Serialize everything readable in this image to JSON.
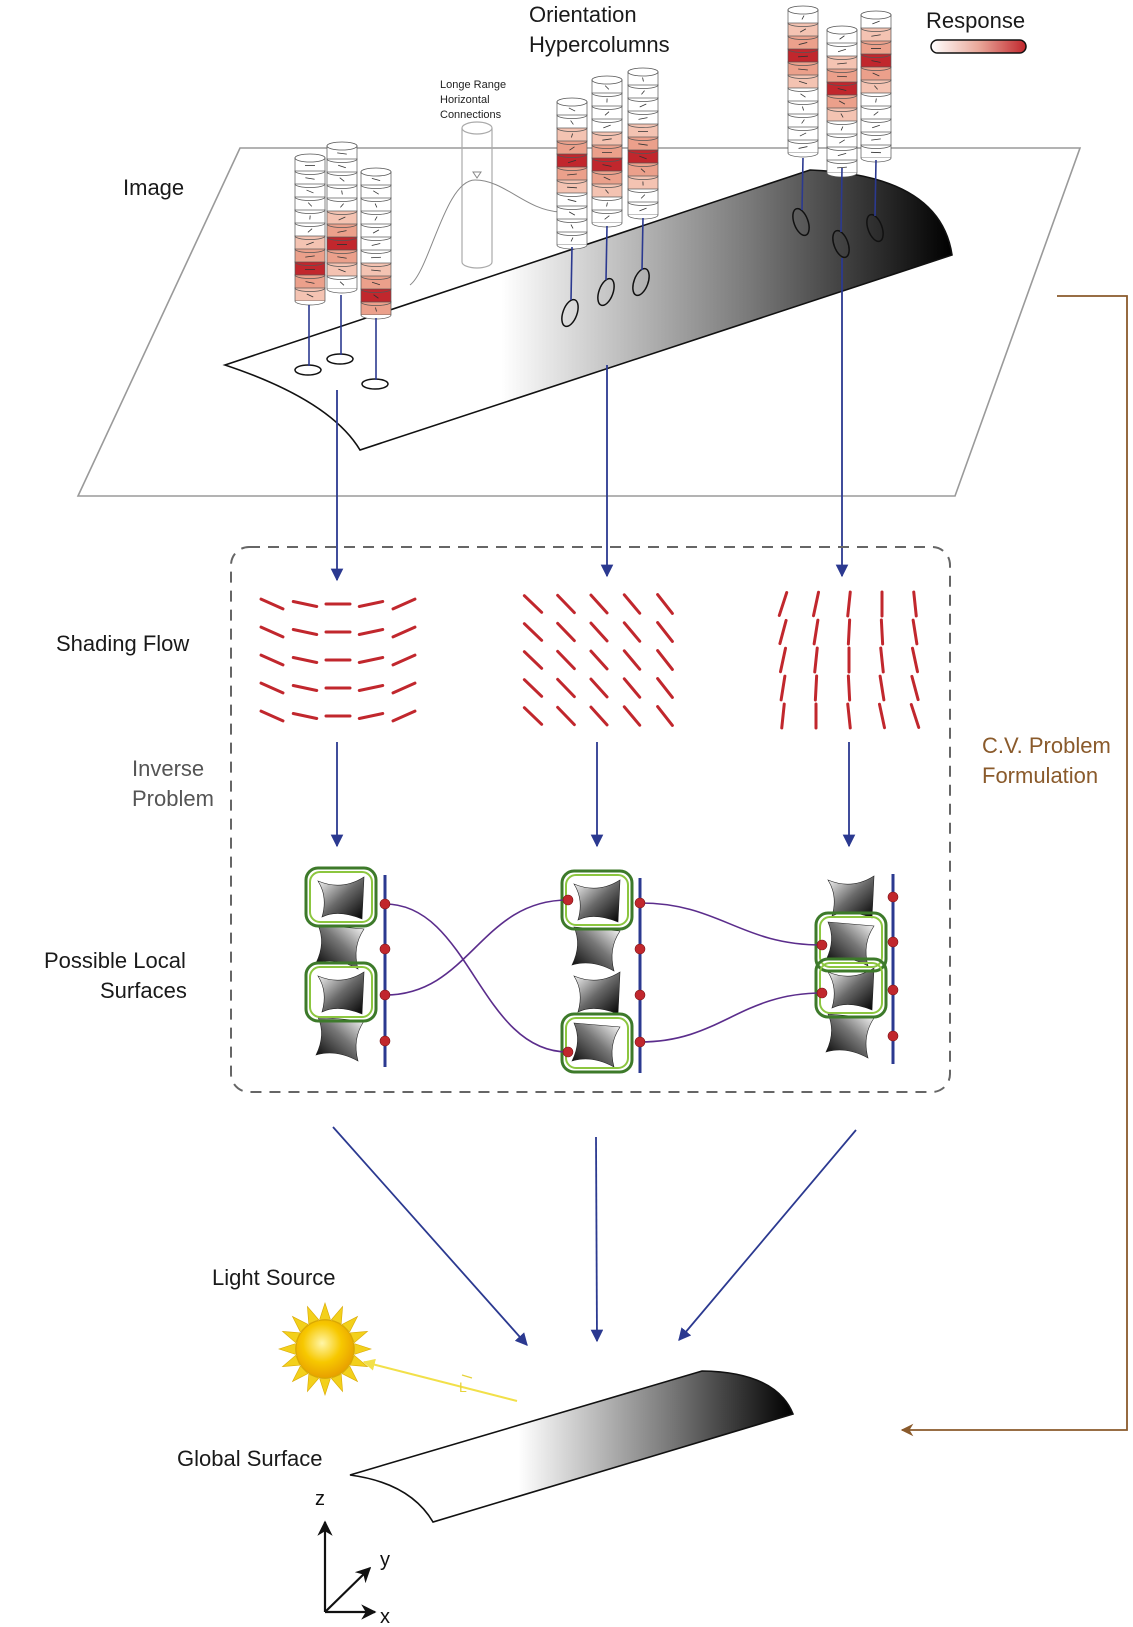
{
  "labels": {
    "orientation_line1": "Orientation",
    "orientation_line2": "Hypercolumns",
    "response": "Response",
    "long_range_line1": "Longe Range",
    "long_range_line2": "Horizontal",
    "long_range_line3": "Connections",
    "image": "Image",
    "shading_flow": "Shading Flow",
    "inverse_line1": "Inverse",
    "inverse_line2": "Problem",
    "cv_line1": "C.V. Problem",
    "cv_line2": "Formulation",
    "possible_line1": "Possible Local",
    "possible_line2": "Surfaces",
    "light_source": "Light Source",
    "global_surface": "Global Surface",
    "light_vector": "L",
    "axis_z": "z",
    "axis_y": "y",
    "axis_x": "x"
  },
  "colors": {
    "arrow": "#2b3990",
    "flow": "#c1272d",
    "brown": "#8a5a2b",
    "green_dark": "#3d7a2a",
    "green_light": "#8cc63f",
    "node": "#c1272d",
    "purple": "#5b2d8c",
    "response_low": "#ffffff",
    "response_high": "#c1272d",
    "sun": "#f7c800",
    "light_ray": "#f2e04a"
  }
}
